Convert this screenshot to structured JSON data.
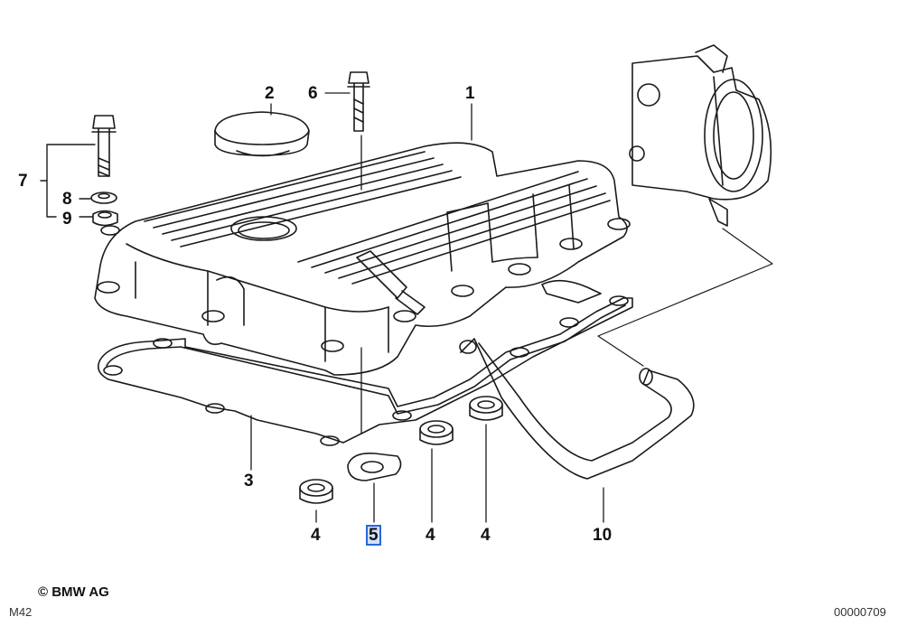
{
  "callouts": {
    "c1": "1",
    "c2": "2",
    "c3": "3",
    "c4a": "4",
    "c4b": "4",
    "c4c": "4",
    "c5": "5",
    "c6": "6",
    "c7": "7",
    "c8": "8",
    "c9": "9",
    "c10": "10"
  },
  "footer": {
    "copyright": "© BMW AG",
    "model": "M42",
    "diagram_id": "00000709"
  },
  "colors": {
    "line": "#1a1a1a",
    "selection": "#2a66d9"
  }
}
